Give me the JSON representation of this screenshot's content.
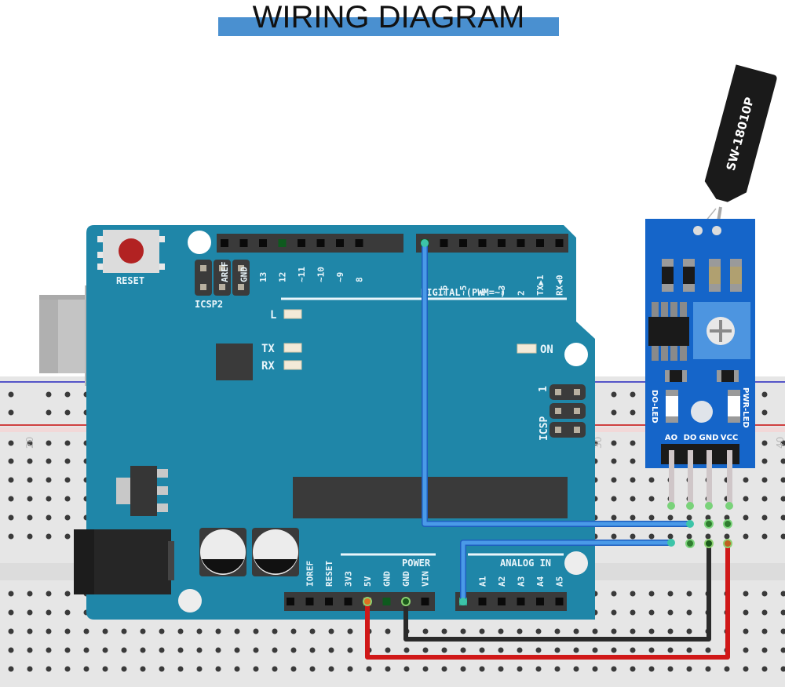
{
  "title": "WIRING DIAGRAM",
  "colors": {
    "title_bar": "#4a90d0",
    "arduino_board": "#1f86a8",
    "sensor_board": "#1565c9",
    "breadboard": "#e6e6e6",
    "wire_signal": "#3d8fe0",
    "wire_power": "#d01818",
    "wire_ground": "#2a2a2a",
    "rail_negative": "#5555c8",
    "rail_positive": "#d04040"
  },
  "breadboard": {
    "column_labels": [
      "20",
      "30",
      "40"
    ]
  },
  "arduino": {
    "reset_label": "RESET",
    "icsp2_label": "ICSP2",
    "icsp_label": "ICSP",
    "icsp_pin1_label": "1",
    "digital_label": "DIGITAL (PWM=~)",
    "led_labels": {
      "l": "L",
      "tx": "TX",
      "rx": "RX",
      "on": "ON"
    },
    "digital_header_left": [
      "AREF",
      "GND",
      "13",
      "12",
      "~11",
      "~10",
      "~9",
      "8"
    ],
    "digital_header_right": [
      "7",
      "~6",
      "~5",
      "4",
      "~3",
      "2",
      "TX▶1",
      "RX◀0"
    ],
    "power_label": "POWER",
    "power_header": [
      "",
      "IOREF",
      "RESET",
      "3V3",
      "5V",
      "GND",
      "GND",
      "VIN"
    ],
    "analog_label": "ANALOG IN",
    "analog_header": [
      "A0",
      "A1",
      "A2",
      "A3",
      "A4",
      "A5"
    ]
  },
  "sensor": {
    "part_label": "SW-18010P",
    "do_led_label": "DO-LED",
    "pwr_led_label": "PWR-LED",
    "pins": [
      "AO",
      "DO",
      "GND",
      "VCC"
    ]
  },
  "connections": [
    {
      "from": "Arduino D7",
      "to": "Sensor DO",
      "color": "blue"
    },
    {
      "from": "Arduino A0",
      "to": "Sensor AO",
      "color": "blue"
    },
    {
      "from": "Arduino 5V",
      "to": "Sensor VCC",
      "color": "red"
    },
    {
      "from": "Arduino GND",
      "to": "Sensor GND",
      "color": "black"
    }
  ]
}
